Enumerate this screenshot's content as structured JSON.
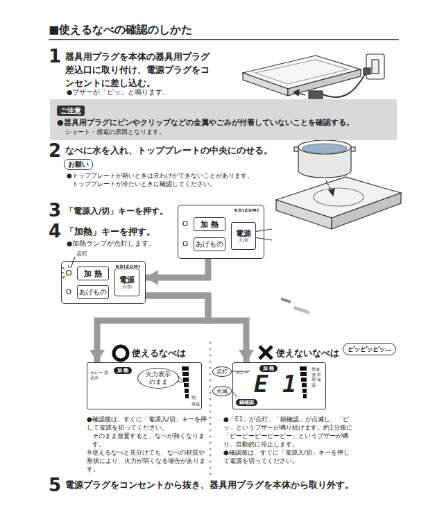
{
  "diagram": {
    "title": "■使えるなべの確認のしかた",
    "nodes": [
      {
        "text": [
          "ご注意",
          "●器具用プラグにピンやクリップなどの金属やごみが付着していないことを確認する。",
          "ショート・感電の原因となります。"
        ]
      },
      {
        "text": [
          "お願い"
        ]
      },
      {
        "text": [
          "KOIZUMI"
        ]
      },
      {
        "text": [
          "加 熱"
        ],
        "in": 2
      },
      {
        "text": [
          "あげもの"
        ],
        "in": 2
      },
      {
        "text": [
          "電源",
          "入/切"
        ],
        "in": 2
      },
      {
        "text": [
          "KOIZUMI"
        ]
      },
      {
        "text": [
          "加 熱"
        ],
        "in": 6
      },
      {
        "text": [
          "あげもの"
        ],
        "in": 6
      },
      {
        "text": [
          "電源",
          "入/切"
        ],
        "in": 6
      },
      {
        "text": [
          "カレー 煮込み",
          "弱",
          "保温"
        ]
      },
      {
        "text": [
          "加 熱"
        ],
        "in": 10
      },
      {
        "text": [
          "火力表示のまま"
        ]
      },
      {
        "text": [
          "カレー",
          "E 1",
          "急速 強 中 弱 保温"
        ]
      },
      {
        "text": [
          "加 熱"
        ],
        "in": 13
      },
      {
        "text": [
          "鍋確認"
        ],
        "in": 13
      },
      {
        "text": [
          "点灯"
        ]
      },
      {
        "text": [
          "点滅"
        ]
      },
      {
        "text": [
          "ピッピッピッ…"
        ]
      }
    ],
    "edges": [
      {
        "from": 2,
        "to": 6,
        "arrow": "to"
      },
      {
        "from": 6,
        "to": 10,
        "arrow": "to"
      },
      {
        "from": 6,
        "to": 13,
        "arrow": "to"
      }
    ],
    "labels": [
      "1",
      "器具用プラグを本体の器具用プラグ差込口に取り付け、電源プラグをコンセントに差し込む。",
      "●ブザーが「ピッ」と鳴ります。",
      "2",
      "なべに水を入れ、トッププレートの中央にのせる。",
      "●トッププレートが熱いときは見わけができないことがあります。",
      "トッププレートが冷たいときに確認してください。",
      "3",
      "「電源入/切」キーを押す。",
      "4",
      "「加熱」キーを押す。",
      "●加熱ランプが点灯します。",
      "点灯",
      "使えるなべは",
      "●確認後は、すぐに「電源入/切」キーを押して電源を切ってください。",
      "そのまま放置すると、なべが熱くなります。",
      "※使えるなべと見分けても、なべの材質や形状により、火力が弱くなる場合があります。",
      "使えないなべは",
      "●「E1」が点灯、「鍋確認」が点滅し、「ピッ」というブザーが鳴り続けます。約1分後に「ピーピーピーピーピー」というブザーが鳴り、自動的に停止します。",
      "●確認後は、すぐに「電源入/切」キーを押して電源を切ってください。",
      "5",
      "電源プラグをコンセントから抜き、器具用プラグを本体から取り外す。"
    ]
  }
}
